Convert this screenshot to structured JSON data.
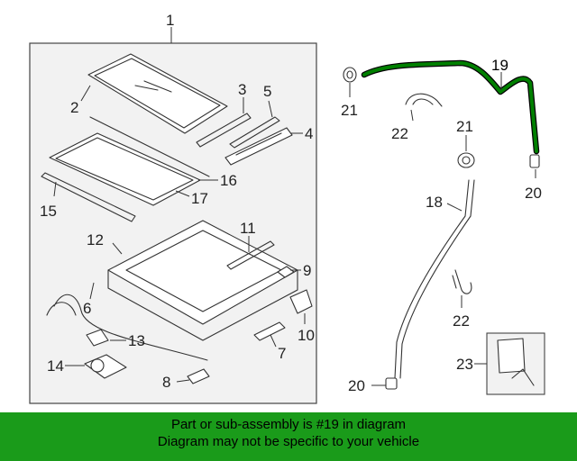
{
  "callouts": {
    "c1": "1",
    "c2": "2",
    "c3": "3",
    "c4": "4",
    "c5": "5",
    "c6": "6",
    "c7": "7",
    "c8": "8",
    "c9": "9",
    "c10": "10",
    "c11": "11",
    "c12": "12",
    "c13": "13",
    "c14": "14",
    "c15": "15",
    "c16": "16",
    "c17": "17",
    "c18": "18",
    "c19": "19",
    "c20a": "20",
    "c20b": "20",
    "c21a": "21",
    "c21b": "21",
    "c22a": "22",
    "c22b": "22",
    "c23": "23"
  },
  "colors": {
    "highlight": "#008000",
    "banner": "#1a9b1a"
  },
  "banner": {
    "line1": "Part or sub-assembly is #19 in diagram",
    "line2": "Diagram may not be specific to your vehicle"
  }
}
